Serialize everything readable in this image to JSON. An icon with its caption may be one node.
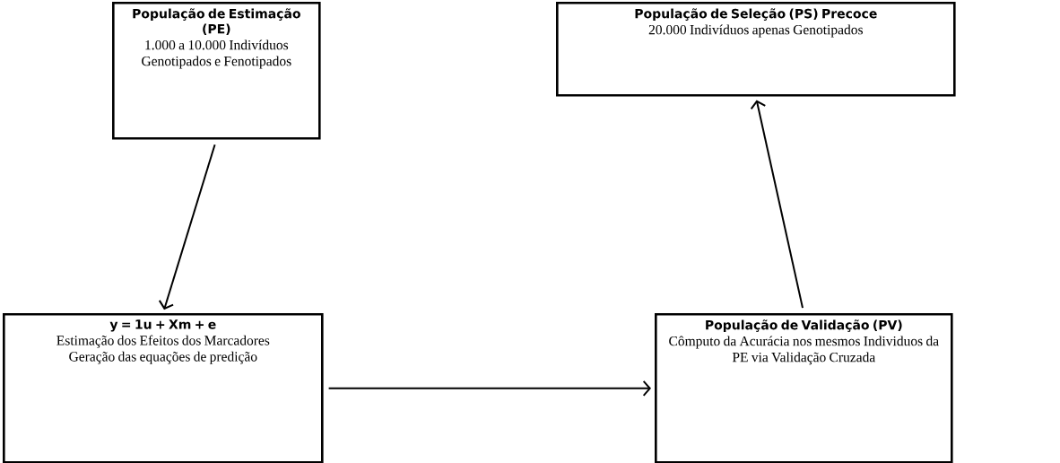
{
  "diagram": {
    "nodes": [
      {
        "text": [
          "População de Estimação (PE)",
          "1.000 a 10.000 Indivíduos Genotipados e Fenotipados"
        ]
      },
      {
        "text": [
          "População de Seleção (PS) Precoce",
          "20.000 Indivíduos apenas Genotipados"
        ]
      },
      {
        "text": [
          "y = 1u + Xm + e",
          "Estimação dos Efeitos dos Marcadores",
          "Geração das equações de predição"
        ]
      },
      {
        "text": [
          "População de Validação (PV)",
          "Cômputo da Acurácia nos mesmos Individuos da PE via Validação Cruzada"
        ]
      }
    ],
    "edges": [
      {
        "from": 0,
        "to": 2,
        "arrow": "to"
      },
      {
        "from": 2,
        "to": 3,
        "arrow": "to"
      },
      {
        "from": 3,
        "to": 1,
        "arrow": "to"
      }
    ]
  }
}
